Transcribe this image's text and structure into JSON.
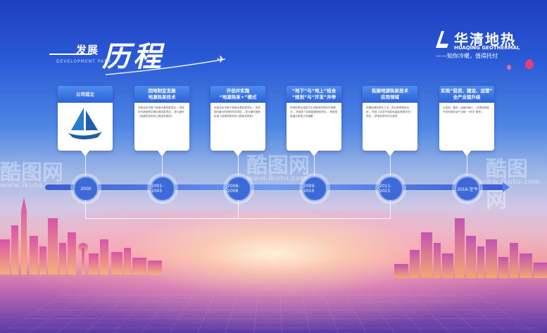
{
  "header": {
    "title_small": "发展",
    "title_big": "历程",
    "title_sub": "DEVELOPMENT PATH"
  },
  "logo": {
    "name_cn": "华清地热",
    "name_en": "HUAQING GEOTHERMAL",
    "slogan": "——知你冷暖，值得托付"
  },
  "milestones": [
    {
      "title": "公司成立",
      "year": "2000",
      "body": ""
    },
    {
      "title": "因地制宜发展\n地源热泵技术",
      "year": "2001-2005",
      "body": "完成北京市首个商用水源热泵项目… 完成苏州某医院空调水源热泵项目… 参与编写《地源热泵系统工程技术规范》"
    },
    {
      "title": "开创并实施\n“地源热泵+”模式",
      "year": "2006-2008",
      "body": "完成北京市首个商用水源热泵项目… 完成国内最大的地热供热项目… 参与编写国家标准《地源热泵系统工程技术规范》"
    },
    {
      "title": "“地下”与“地上”结合\n“规划”与“开发”并举",
      "year": "2009-2010",
      "body": "开创性提出浅层与中深层地热协同开发模式… 完成多个区域能源规划项目… 承担国家重点研发计划课题…"
    },
    {
      "title": "拓展地源热泵技术\n应用领域",
      "year": "2011-2015",
      "body": "拓展地源热泵在工业、农业等领域的应用… 完成《北京市浅层地温能资源评价》项目… 获得多项专利与奖项"
    },
    {
      "title": "实现“投资、建设、运营”\n全产业链升级",
      "year": "2016-至今",
      "body": "以投资、建设、运营为核心… 实现地热能开发利用的全产业链“一体化”服务…"
    }
  ],
  "watermark": {
    "cn": "酷图网",
    "url": "www.ikutu.com"
  },
  "colors": {
    "accent": "#2d63d8",
    "timeline": "#4d7ee4"
  }
}
